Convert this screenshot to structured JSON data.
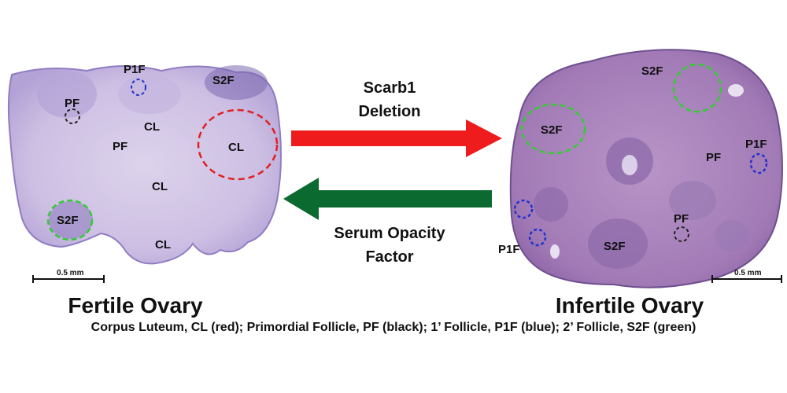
{
  "left_panel": {
    "title": "Fertile Ovary",
    "scale_bar": "0.5 mm",
    "labels": {
      "p1f": "P1F",
      "s2f_top": "S2F",
      "pf_top": "PF",
      "cl_top": "CL",
      "pf_mid": "PF",
      "cl_circled": "CL",
      "cl_center": "CL",
      "s2f_bottom": "S2F",
      "cl_bottom": "CL"
    }
  },
  "right_panel": {
    "title": "Infertile Ovary",
    "scale_bar": "0.5 mm",
    "labels": {
      "s2f_top": "S2F",
      "s2f_left": "S2F",
      "pf_right": "PF",
      "p1f_right": "P1F",
      "pf_bottom": "PF",
      "s2f_bottom": "S2F",
      "p1f_left": "P1F"
    }
  },
  "arrows": {
    "forward_line1": "Scarb1",
    "forward_line2": "Deletion",
    "forward_color": "#ee1c1c",
    "reverse_line1": "Serum Opacity",
    "reverse_line2": "Factor",
    "reverse_color": "#0b6a2f"
  },
  "legend_colors": {
    "CL": "#e02020",
    "PF": "#222222",
    "P1F": "#2233cc",
    "S2F": "#33cc33"
  },
  "caption": "Corpus Luteum, CL (red); Primordial Follicle, PF (black); 1’ Follicle, P1F (blue); 2’ Follicle, S2F (green)"
}
